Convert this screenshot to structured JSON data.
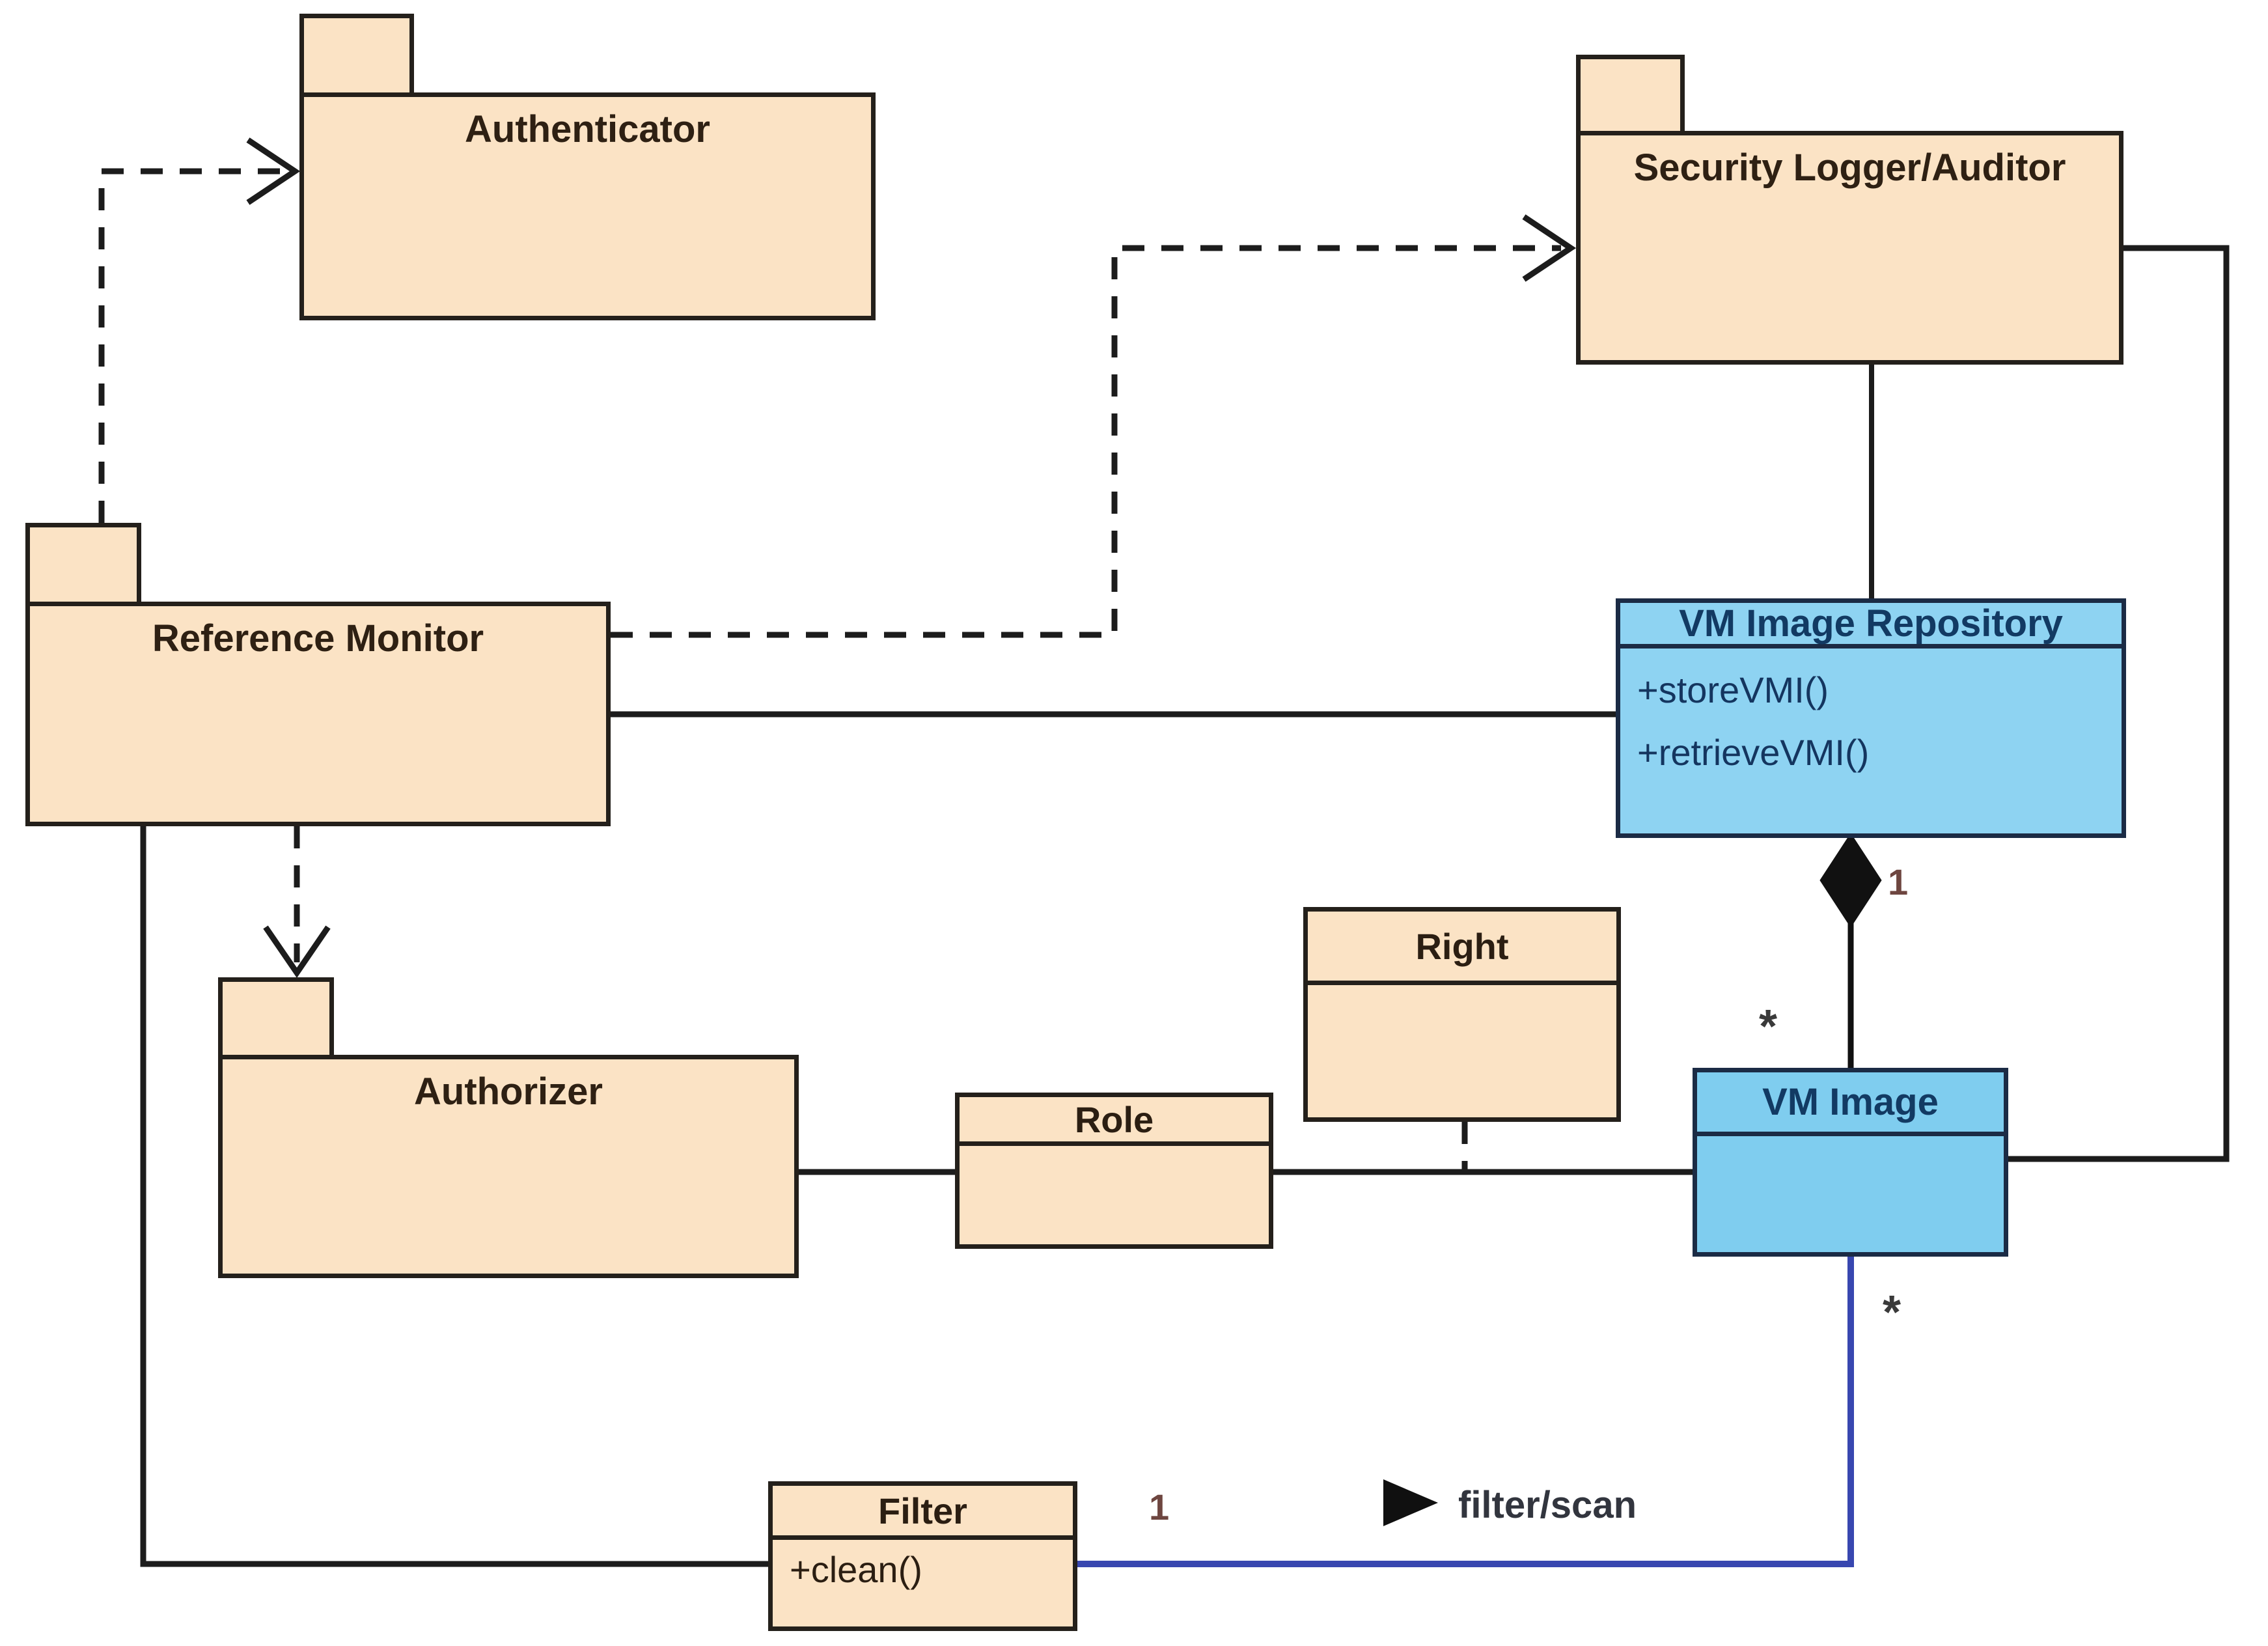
{
  "diagram": {
    "kind": "uml-package-class-diagram",
    "background": "#ffffff"
  },
  "packages": [
    {
      "id": "authenticator",
      "name": "Authenticator"
    },
    {
      "id": "security-logger-auditor",
      "name": "Security Logger/Auditor"
    },
    {
      "id": "reference-monitor",
      "name": "Reference Monitor"
    },
    {
      "id": "authorizer",
      "name": "Authorizer"
    }
  ],
  "classes": [
    {
      "id": "vm-image-repository",
      "name": "VM Image Repository",
      "style": "blue",
      "methods": [
        "+storeVMI()",
        "+retrieveVMI()"
      ]
    },
    {
      "id": "right",
      "name": "Right",
      "style": "peach",
      "methods": []
    },
    {
      "id": "role",
      "name": "Role",
      "style": "peach",
      "methods": []
    },
    {
      "id": "vm-image",
      "name": "VM Image",
      "style": "blue",
      "methods": []
    },
    {
      "id": "filter",
      "name": "Filter",
      "style": "peach",
      "methods": [
        "+clean()"
      ]
    }
  ],
  "relationships": {
    "composition": {
      "from": "VM Image Repository",
      "to": "VM Image",
      "source_multiplicity": "1",
      "target_multiplicity": "*"
    },
    "filter_scan": {
      "from": "Filter",
      "to": "VM Image",
      "name": "filter/scan",
      "direction_icon": "play-triangle",
      "filter_end_multiplicity": "1",
      "vmimage_end_multiplicity": "*"
    }
  },
  "colors": {
    "package_fill": "#FBE3C5",
    "package_border": "#24201B",
    "class_blue_fill": "#8ED3F2",
    "class_blue_fill_alt": "#7FCDEF",
    "class_blue_border": "#1B2B45",
    "class_blue_text": "#123A63",
    "connector_black": "#1C1C1C",
    "connector_blue": "#3847B0",
    "multiplicity_red": "#6E4640",
    "label_text": "#32353E"
  }
}
